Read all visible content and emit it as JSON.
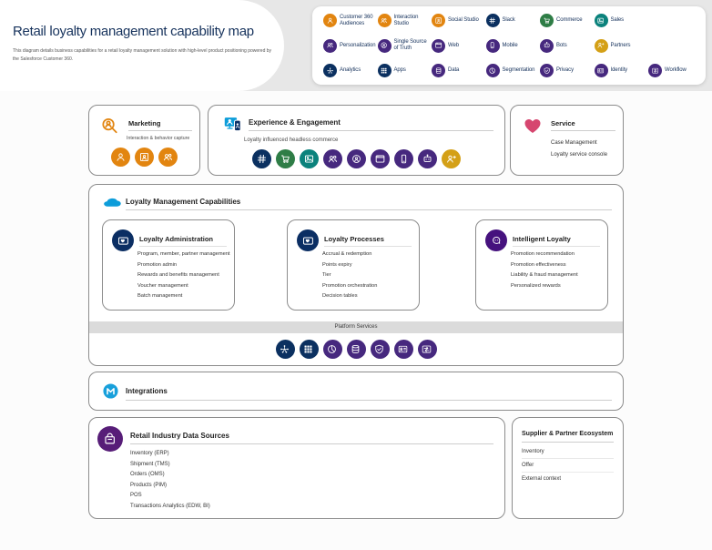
{
  "palette": {
    "orange": "#E28510",
    "navy": "#0B3060",
    "purple": "#46287E",
    "green": "#2E7D46",
    "teal": "#0B827C",
    "gold": "#D4A017",
    "blue": "#0D9DDA",
    "pink": "#D6466F",
    "mule_blue": "#18A0DB",
    "retail_purple": "#571D78",
    "intelligent_purple": "#46127E",
    "admin_navy": "#0B2E63",
    "title_navy": "#16325C",
    "platform_bar_gray": "#DBDBDB"
  },
  "page": {
    "title": "Retail loyalty management capability map",
    "subtitle": "This diagram details business capabilities for a retail loyalty management solution with high-level product positioning powered by the Salesforce Customer 360."
  },
  "legend": {
    "rows": [
      [
        {
          "label": "Customer 360 Audiences",
          "name": "customer-360-audiences-icon",
          "sym": "person",
          "bg": "#E28510"
        },
        {
          "label": "Interaction Studio",
          "name": "interaction-studio-icon",
          "sym": "people",
          "bg": "#E28510"
        },
        {
          "label": "Social Studio",
          "name": "social-studio-icon",
          "sym": "frameperson",
          "bg": "#E28510"
        },
        {
          "label": "Slack",
          "name": "slack-icon",
          "sym": "hash",
          "bg": "#0B3060"
        },
        {
          "label": "Commerce",
          "name": "commerce-icon",
          "sym": "cart",
          "bg": "#2E7D46"
        },
        {
          "label": "Sales",
          "name": "sales-icon",
          "sym": "image",
          "bg": "#0B827C"
        }
      ],
      [
        {
          "label": "Personalization",
          "name": "personalization-icon",
          "sym": "people",
          "bg": "#46287E"
        },
        {
          "label": "Single Source of Truth",
          "name": "single-source-of-truth-icon",
          "sym": "target",
          "bg": "#46287E"
        },
        {
          "label": "Web",
          "name": "web-icon",
          "sym": "browser",
          "bg": "#46287E"
        },
        {
          "label": "Mobile",
          "name": "mobile-icon",
          "sym": "phone",
          "bg": "#46287E"
        },
        {
          "label": "Bots",
          "name": "bots-icon",
          "sym": "bot",
          "bg": "#46287E"
        },
        {
          "label": "Partners",
          "name": "partners-icon",
          "sym": "personplus",
          "bg": "#D4A017"
        }
      ],
      [
        {
          "label": "Analytics",
          "name": "analytics-icon",
          "sym": "network",
          "bg": "#0B3060"
        },
        {
          "label": "Apps",
          "name": "apps-icon",
          "sym": "grid",
          "bg": "#0B3060"
        },
        {
          "label": "Data",
          "name": "data-icon",
          "sym": "db",
          "bg": "#46287E"
        },
        {
          "label": "Segmentation",
          "name": "segmentation-icon",
          "sym": "pie",
          "bg": "#46287E"
        },
        {
          "label": "Privacy",
          "name": "privacy-icon",
          "sym": "shield",
          "bg": "#46287E"
        },
        {
          "label": "Identity",
          "name": "identity-icon",
          "sym": "idcard",
          "bg": "#46287E"
        },
        {
          "label": "Workflow",
          "name": "workflow-icon",
          "sym": "flow",
          "bg": "#46287E"
        }
      ]
    ]
  },
  "marketing": {
    "title": "Marketing",
    "subtitle": "Interaction & behavior capture",
    "icons": [
      {
        "name": "customer-360-audiences-icon",
        "sym": "person",
        "bg": "#E28510"
      },
      {
        "name": "social-studio-icon",
        "sym": "frameperson",
        "bg": "#E28510"
      },
      {
        "name": "interaction-studio-icon",
        "sym": "people",
        "bg": "#E28510"
      }
    ]
  },
  "experience": {
    "title": "Experience & Engagement",
    "subtitle": "Loyalty influenced headless commerce",
    "icons": [
      {
        "name": "slack-icon",
        "sym": "hash",
        "bg": "#0B3060"
      },
      {
        "name": "commerce-icon",
        "sym": "cart",
        "bg": "#2E7D46"
      },
      {
        "name": "sales-icon",
        "sym": "image",
        "bg": "#0B827C"
      },
      {
        "name": "personalization-icon",
        "sym": "people",
        "bg": "#46287E"
      },
      {
        "name": "single-source-of-truth-icon",
        "sym": "target",
        "bg": "#46287E"
      },
      {
        "name": "web-icon",
        "sym": "browser",
        "bg": "#46287E"
      },
      {
        "name": "mobile-icon",
        "sym": "phone",
        "bg": "#46287E"
      },
      {
        "name": "bots-icon",
        "sym": "bot",
        "bg": "#46287E"
      },
      {
        "name": "partners-icon",
        "sym": "personplus",
        "bg": "#D4A017"
      }
    ]
  },
  "service": {
    "title": "Service",
    "items": [
      "Case Management",
      "Loyalty service console"
    ]
  },
  "lmc": {
    "title": "Loyalty Management Capabilities",
    "platform_label": "Platform Services",
    "admin": {
      "title": "Loyalty Administration",
      "items": [
        "Program, member, partner management",
        "Promotion admin",
        "Rewards and benefits management",
        "Voucher management",
        "Batch management"
      ]
    },
    "processes": {
      "title": "Loyalty Processes",
      "items": [
        "Accrual & redemption",
        "Points expiry",
        "Tier",
        "Promotion orchestration",
        "Decision tables"
      ]
    },
    "intelligent": {
      "title": "Intelligent Loyalty",
      "items": [
        "Promotion recommendation",
        "Promotion effectiveness",
        "Liability & fraud management",
        "Personalized rewards"
      ]
    },
    "platform_icons": [
      {
        "name": "analytics-icon",
        "sym": "network",
        "bg": "#0B3060"
      },
      {
        "name": "apps-icon",
        "sym": "grid",
        "bg": "#0B3060"
      },
      {
        "name": "segmentation-icon",
        "sym": "pie",
        "bg": "#46287E"
      },
      {
        "name": "data-icon",
        "sym": "db",
        "bg": "#46287E"
      },
      {
        "name": "privacy-icon",
        "sym": "shield",
        "bg": "#46287E"
      },
      {
        "name": "identity-icon",
        "sym": "idcard",
        "bg": "#46287E"
      },
      {
        "name": "workflow-icon",
        "sym": "flow",
        "bg": "#46287E"
      }
    ]
  },
  "integrations": {
    "title": "Integrations"
  },
  "retail": {
    "title": "Retail Industry Data Sources",
    "items": [
      "Inventory (ERP)",
      "Shipment (TMS)",
      "Orders (OMS)",
      "Products (PIM)",
      "POS",
      "Transactions Analytics (EDW, BI)"
    ]
  },
  "supplier": {
    "title": "Supplier & Partner Ecosystem",
    "items": [
      "Inventory",
      "Offer",
      "External context"
    ]
  }
}
